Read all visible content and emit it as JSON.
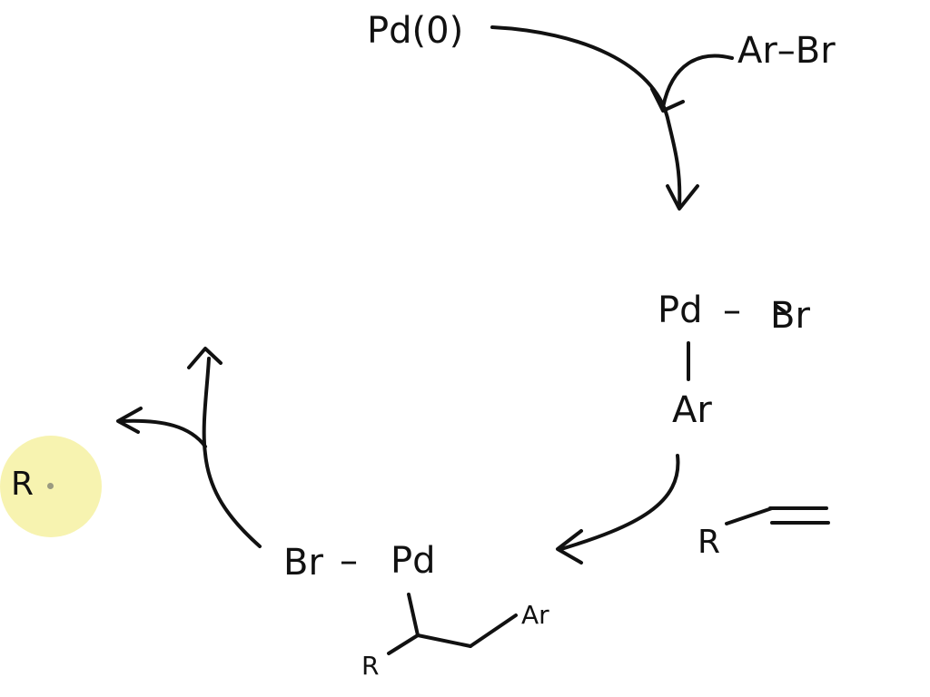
{
  "diagram": {
    "pd0": "Pd(0)",
    "aryl_bromide": "Ar–Br",
    "pd_complex": {
      "pd": "Pd",
      "dash": "–",
      "br": "Br",
      "ar": "Ar"
    },
    "alkene": {
      "r": "R"
    },
    "insertion_product": {
      "br": "Br",
      "dash": "–",
      "pd": "Pd",
      "ar": "Ar",
      "r": "R"
    },
    "cursor": {
      "letter": "R",
      "highlight_color": "#f7f3b0"
    }
  }
}
